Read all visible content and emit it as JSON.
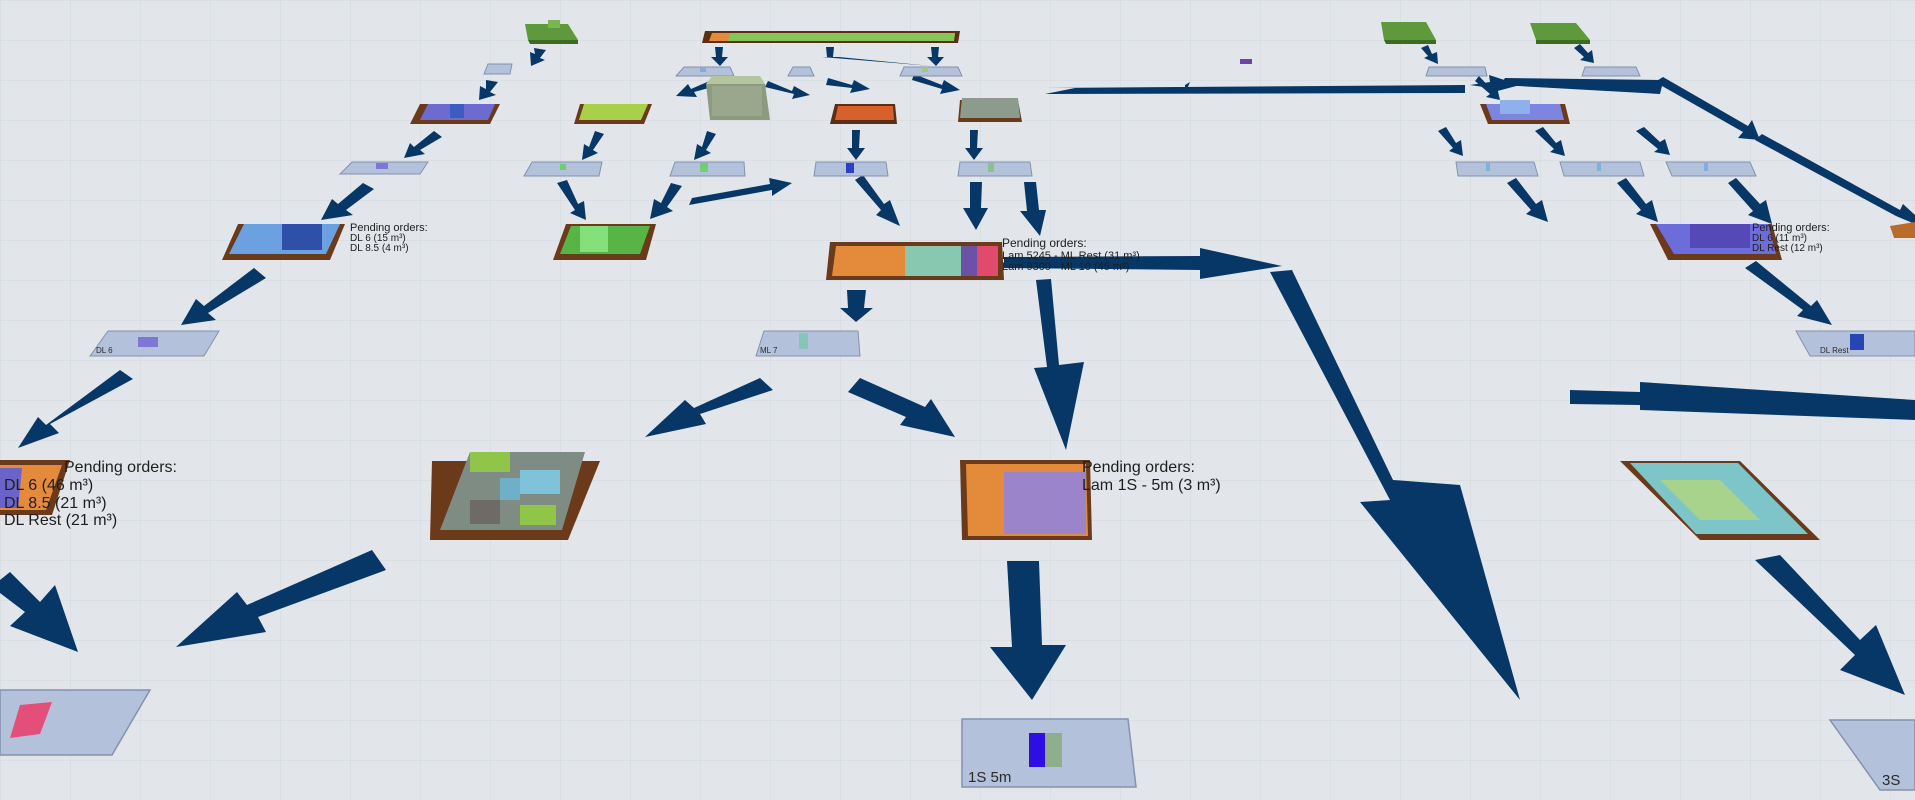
{
  "scene": {
    "background": "#e2e6ea",
    "grid_color": "#cfd6dc",
    "arrow_color": "#073766",
    "panel_color": "#b3c1da",
    "panel_edge": "#8393ad",
    "base_orange": "#e48a3b",
    "base_brown": "#6b3a1a"
  },
  "pending_labels": {
    "top_center": {
      "header": "Pending orders:",
      "line1": "Lam 5245 - ML Rest (31 m³)",
      "line2": "Lam 9300 - ML 10 (45 m³)"
    },
    "top_left": {
      "header": "Pending orders:",
      "line1": "DL 6 (15 m³)",
      "line2": "DL 8.5 (4 m³)"
    },
    "left": {
      "header": "Pending orders:",
      "line1": "DL 6 (46 m³)",
      "line2": "DL 8.5 (21 m³)",
      "line3": "DL Rest (21 m³)"
    },
    "center": {
      "header": "Pending orders:",
      "line1": "Lam 1S - 5m (3 m³)"
    },
    "right_top": {
      "header": "Pending orders:",
      "line1": "DL 6 (11 m³)",
      "line2": "DL Rest (12 m³)"
    }
  },
  "panels": {
    "bottom_center_caption": "1S 5m",
    "bottom_right_caption": "3S",
    "ml_caption": "ML 7",
    "dl_rest_caption": "DL Rest",
    "dl_caption": "DL 6"
  }
}
